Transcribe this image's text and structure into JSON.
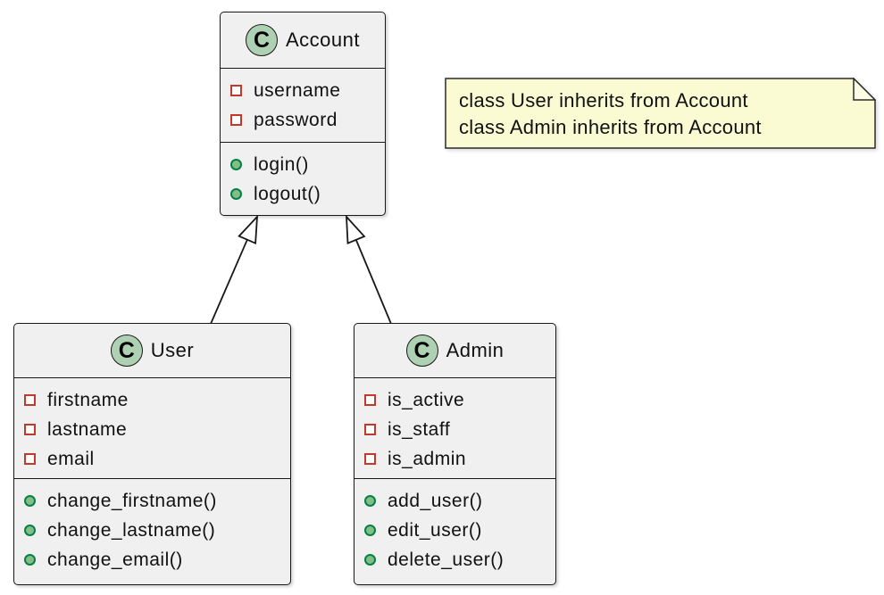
{
  "diagram": {
    "type": "uml-class-diagram",
    "class_icon_letter": "C"
  },
  "colors": {
    "class_fill": "#F0F0F0",
    "class_border": "#181818",
    "class_icon_fill": "#ADD1B2",
    "private_field_color": "#C0392B",
    "public_method_fill": "#84BE84",
    "public_method_border": "#038048",
    "note_fill": "#FBFBD3",
    "note_border": "#2B2B2B"
  },
  "classes": [
    {
      "name": "Account",
      "attributes": [
        "username",
        "password"
      ],
      "methods": [
        "login()",
        "logout()"
      ]
    },
    {
      "name": "User",
      "attributes": [
        "firstname",
        "lastname",
        "email"
      ],
      "methods": [
        "change_firstname()",
        "change_lastname()",
        "change_email()"
      ]
    },
    {
      "name": "Admin",
      "attributes": [
        "is_active",
        "is_staff",
        "is_admin"
      ],
      "methods": [
        "add_user()",
        "edit_user()",
        "delete_user()"
      ]
    }
  ],
  "note": {
    "lines": [
      "class User inherits from Account",
      "class Admin inherits from Account"
    ]
  },
  "relations": [
    {
      "from": "User",
      "to": "Account",
      "type": "inheritance"
    },
    {
      "from": "Admin",
      "to": "Account",
      "type": "inheritance"
    }
  ]
}
